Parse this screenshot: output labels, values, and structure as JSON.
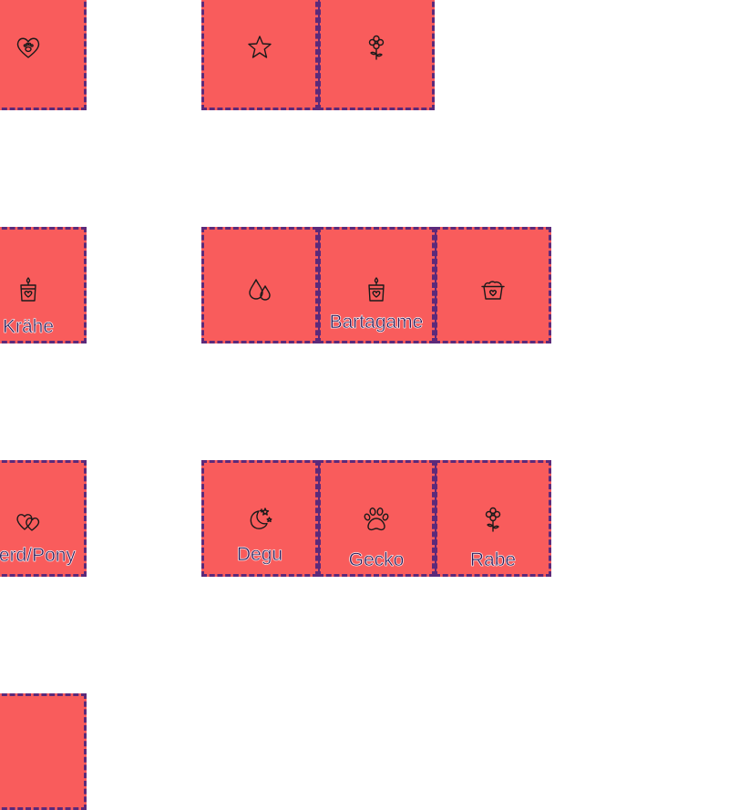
{
  "board": {
    "tiles": [
      {
        "id": "heart-paw",
        "icon": "heart-paw-icon",
        "label": ""
      },
      {
        "id": "star",
        "icon": "star-icon",
        "label": ""
      },
      {
        "id": "flower-top",
        "icon": "flower-icon",
        "label": ""
      },
      {
        "id": "kraehe",
        "icon": "candle-icon",
        "label": "Krähe"
      },
      {
        "id": "drops",
        "icon": "water-drops-icon",
        "label": ""
      },
      {
        "id": "bartagame",
        "icon": "candle-icon",
        "label": "Bartagame"
      },
      {
        "id": "bowl",
        "icon": "food-bowl-icon",
        "label": ""
      },
      {
        "id": "pferd-pony",
        "icon": "two-hearts-icon",
        "label": "Pferd/Pony"
      },
      {
        "id": "degu",
        "icon": "moon-stars-icon",
        "label": "Degu"
      },
      {
        "id": "gecko",
        "icon": "paw-icon",
        "label": "Gecko"
      },
      {
        "id": "rabe",
        "icon": "flower-icon",
        "label": "Rabe"
      },
      {
        "id": "bottom-left",
        "icon": "",
        "label": ""
      }
    ]
  },
  "colors": {
    "tile_fill": "#f95c5c",
    "tile_border": "#5c2a7a",
    "label_text": "#2b1c5a",
    "background": "#ffffff"
  }
}
